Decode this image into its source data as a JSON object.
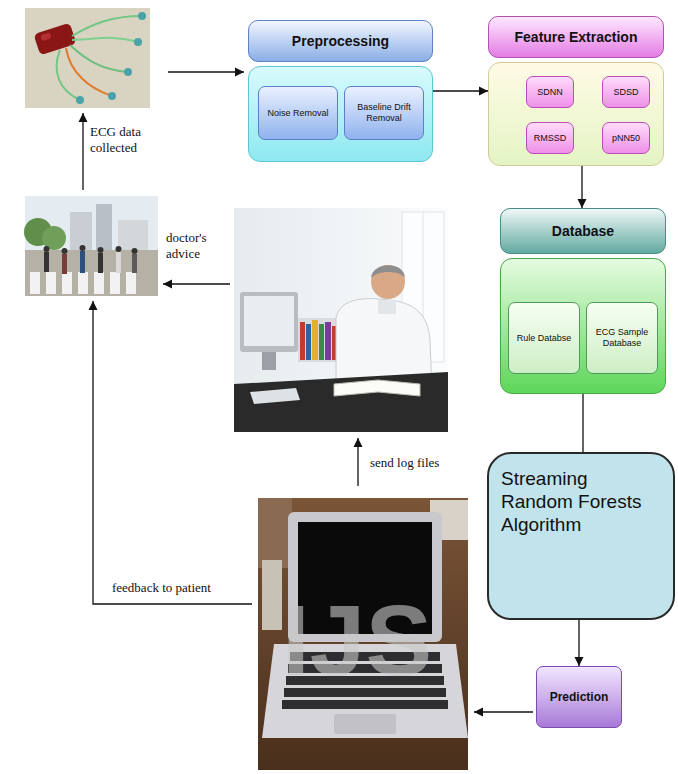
{
  "diagram": {
    "nodes": [
      {
        "text": [
          "Preprocessing"
        ]
      },
      {
        "text": [
          "Noise Removal"
        ],
        "in": 0
      },
      {
        "text": [
          "Baseline Drift Removal"
        ],
        "in": 0
      },
      {
        "text": [
          "Feature Extraction"
        ]
      },
      {
        "text": [
          "SDNN"
        ],
        "in": 3
      },
      {
        "text": [
          "SDSD"
        ],
        "in": 3
      },
      {
        "text": [
          "RMSSD"
        ],
        "in": 3
      },
      {
        "text": [
          "pNN50"
        ],
        "in": 3
      },
      {
        "text": [
          "Database"
        ]
      },
      {
        "text": [
          "Rule Databse"
        ],
        "in": 8
      },
      {
        "text": [
          "ECG Sample Database"
        ],
        "in": 8
      },
      {
        "text": [
          "Streaming Random Forests Algorithm"
        ]
      },
      {
        "text": [
          "Prediction"
        ]
      }
    ],
    "edges": [
      {
        "from": 0,
        "to": 3,
        "arrow": "to"
      },
      {
        "from": 3,
        "to": 8,
        "arrow": "to"
      },
      {
        "from": 8,
        "to": 11,
        "arrow": "none"
      },
      {
        "from": 11,
        "to": 12,
        "arrow": "to"
      }
    ],
    "labels": [
      "ECG data collected",
      "doctor's advice",
      "send log files",
      "feedback to patient",
      "IJS"
    ]
  }
}
